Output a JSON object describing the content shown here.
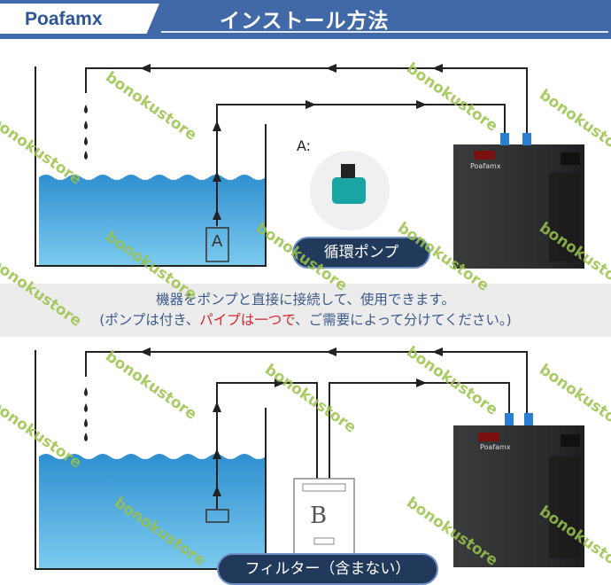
{
  "header": {
    "logo": "Poafamx",
    "title": "インストール方法"
  },
  "top_diagram": {
    "pump_marker": "A",
    "pump_callout": "A:",
    "pump_label": "循環ポンプ",
    "chiller_brand": "Poafamx"
  },
  "note": {
    "line1": "機器をポンプと直接に接続して、使用できます。",
    "line2_pre": "(ポンプは付き、",
    "line2_red": "パイプは一つで",
    "line2_post": "、ご需要によって分けてください。)"
  },
  "bottom_diagram": {
    "filter_marker": "B",
    "filter_label": "フィルター（含まない）",
    "chiller_brand": "Poafamx"
  },
  "watermark": "bonokustore",
  "colors": {
    "header": "#4169a8",
    "water": "#3fa3d8",
    "label_pill": "#213a5c",
    "highlight": "#d6262e",
    "watermark": "#9bc24a"
  }
}
